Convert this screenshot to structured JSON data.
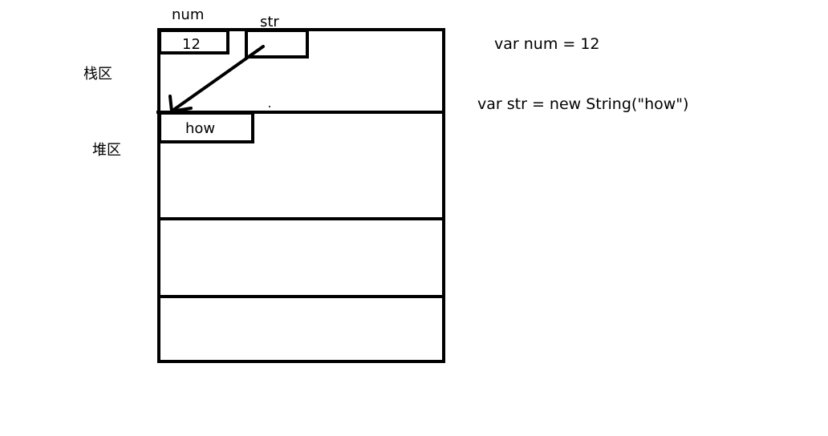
{
  "stack": {
    "label": "栈区",
    "variables": [
      {
        "name": "num",
        "value": "12"
      },
      {
        "name": "str",
        "value": ""
      }
    ]
  },
  "heap": {
    "label": "堆区",
    "objects": [
      {
        "value": "how"
      }
    ]
  },
  "code": {
    "line1": "var num = 12",
    "line2": "var str = new String(\"how\")"
  },
  "colors": {
    "stroke": "#000000",
    "background": "#ffffff"
  }
}
